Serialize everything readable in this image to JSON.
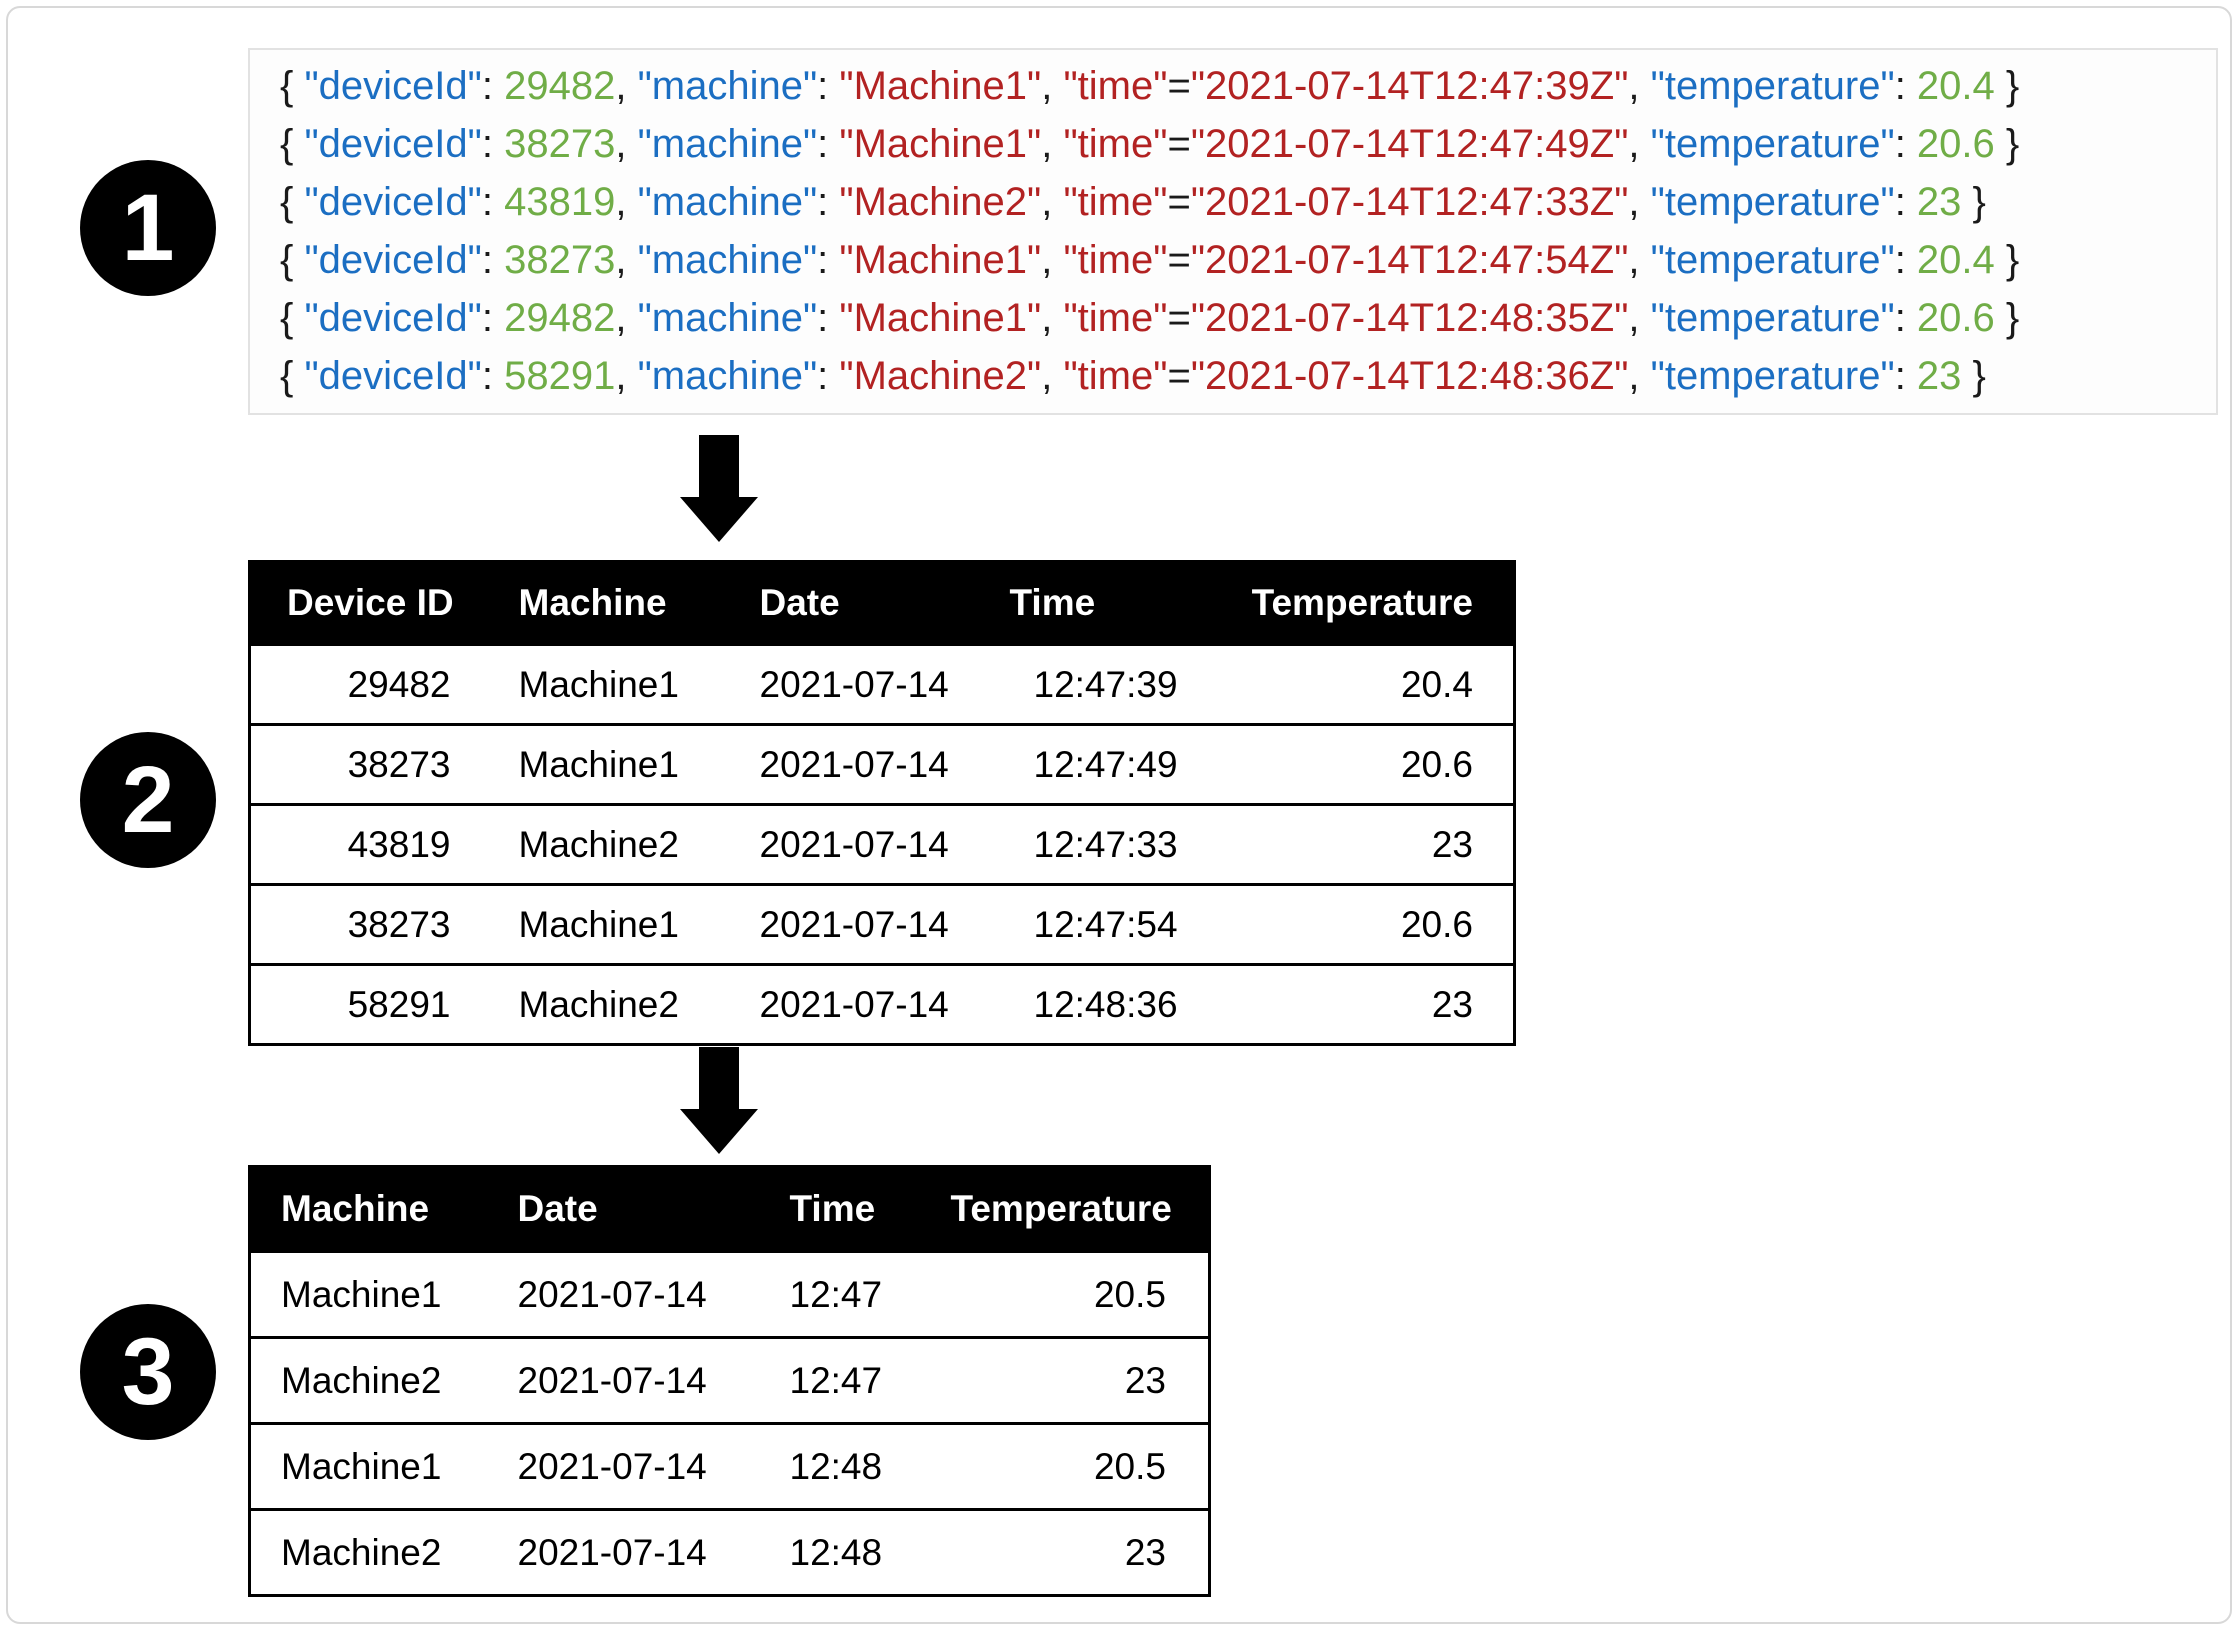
{
  "badges": {
    "step1": "1",
    "step2": "2",
    "step3": "3"
  },
  "colors": {
    "json_key_blue": "#1b6ec2",
    "json_number_green": "#70ad47",
    "json_string_red": "#b22222",
    "json_punct_black": "#1a1a1a",
    "table_header_bg": "#000000",
    "table_header_text": "#ffffff"
  },
  "code": {
    "tokens": {
      "open": "{ ",
      "key_device": "\"deviceId\"",
      "colon": ": ",
      "comma": ", ",
      "key_machine": "\"machine\"",
      "key_time": "\"time\"",
      "equals": "=",
      "key_temperature": "\"temperature\"",
      "close": " }"
    },
    "lines": [
      {
        "id": "29482",
        "machine": "\"Machine1\"",
        "time": "\"2021-07-14T12:47:39Z\"",
        "temp": "20.4"
      },
      {
        "id": "38273",
        "machine": "\"Machine1\"",
        "time": "\"2021-07-14T12:47:49Z\"",
        "temp": "20.6"
      },
      {
        "id": "43819",
        "machine": "\"Machine2\"",
        "time": "\"2021-07-14T12:47:33Z\"",
        "temp": "23"
      },
      {
        "id": "38273",
        "machine": "\"Machine1\"",
        "time": "\"2021-07-14T12:47:54Z\"",
        "temp": "20.4"
      },
      {
        "id": "29482",
        "machine": "\"Machine1\"",
        "time": "\"2021-07-14T12:48:35Z\"",
        "temp": "20.6"
      },
      {
        "id": "58291",
        "machine": "\"Machine2\"",
        "time": "\"2021-07-14T12:48:36Z\"",
        "temp": "23"
      }
    ]
  },
  "raw_table": {
    "headers": [
      "Device ID",
      "Machine",
      "Date",
      "Time",
      "Temperature"
    ],
    "rows": [
      [
        "29482",
        "Machine1",
        "2021-07-14",
        "12:47:39",
        "20.4"
      ],
      [
        "38273",
        "Machine1",
        "2021-07-14",
        "12:47:49",
        "20.6"
      ],
      [
        "43819",
        "Machine2",
        "2021-07-14",
        "12:47:33",
        "23"
      ],
      [
        "38273",
        "Machine1",
        "2021-07-14",
        "12:47:54",
        "20.6"
      ],
      [
        "58291",
        "Machine2",
        "2021-07-14",
        "12:48:36",
        "23"
      ]
    ]
  },
  "aggregated_table": {
    "headers": [
      "Machine",
      "Date",
      "Time",
      "Temperature"
    ],
    "rows": [
      [
        "Machine1",
        "2021-07-14",
        "12:47",
        "20.5"
      ],
      [
        "Machine2",
        "2021-07-14",
        "12:47",
        "23"
      ],
      [
        "Machine1",
        "2021-07-14",
        "12:48",
        "20.5"
      ],
      [
        "Machine2",
        "2021-07-14",
        "12:48",
        "23"
      ]
    ]
  }
}
